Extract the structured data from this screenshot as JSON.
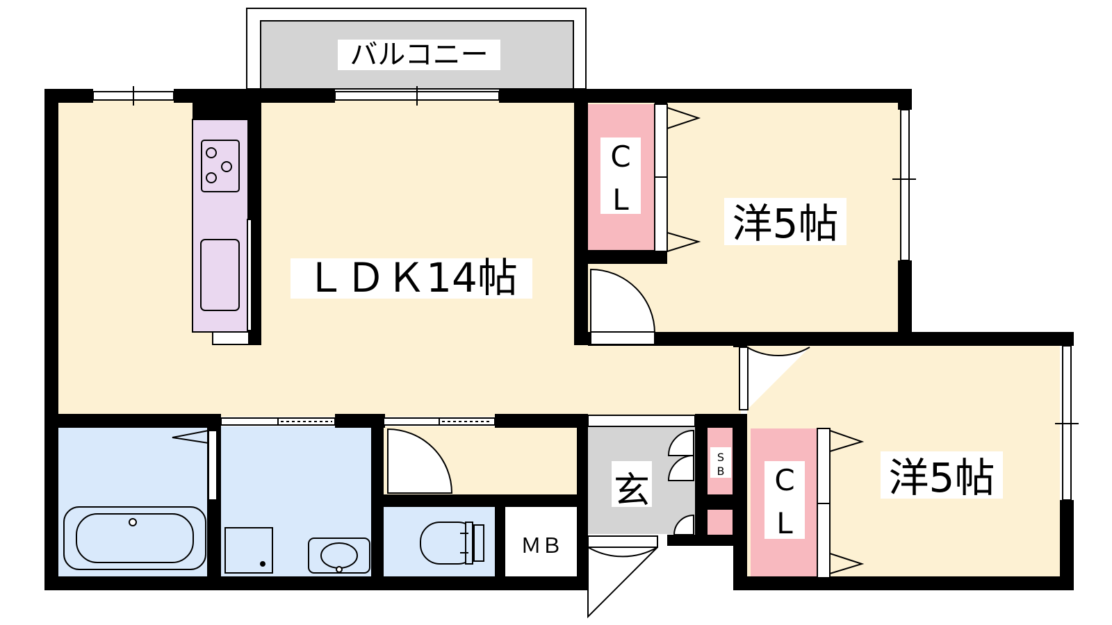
{
  "labels": {
    "balcony": "バルコニー",
    "ldk": "ＬＤＫ14帖",
    "bedroom_upper": "洋5帖",
    "bedroom_lower": "洋5帖",
    "closet_upper_c": "C",
    "closet_upper_l": "L",
    "closet_lower_c": "C",
    "closet_lower_l": "L",
    "entrance": "玄",
    "shoebox_s": "S",
    "shoebox_b": "B",
    "meter_box": "ＭＢ"
  },
  "colors": {
    "wall": "#000000",
    "balcony": "#d4d4d4",
    "room": "#fdf1d3",
    "kitchen": "#ead8f0",
    "bath": "#d9e9fb",
    "closet": "#f8b9bf",
    "entrance": "#d4d4d4",
    "fixture": "#ffffff"
  }
}
